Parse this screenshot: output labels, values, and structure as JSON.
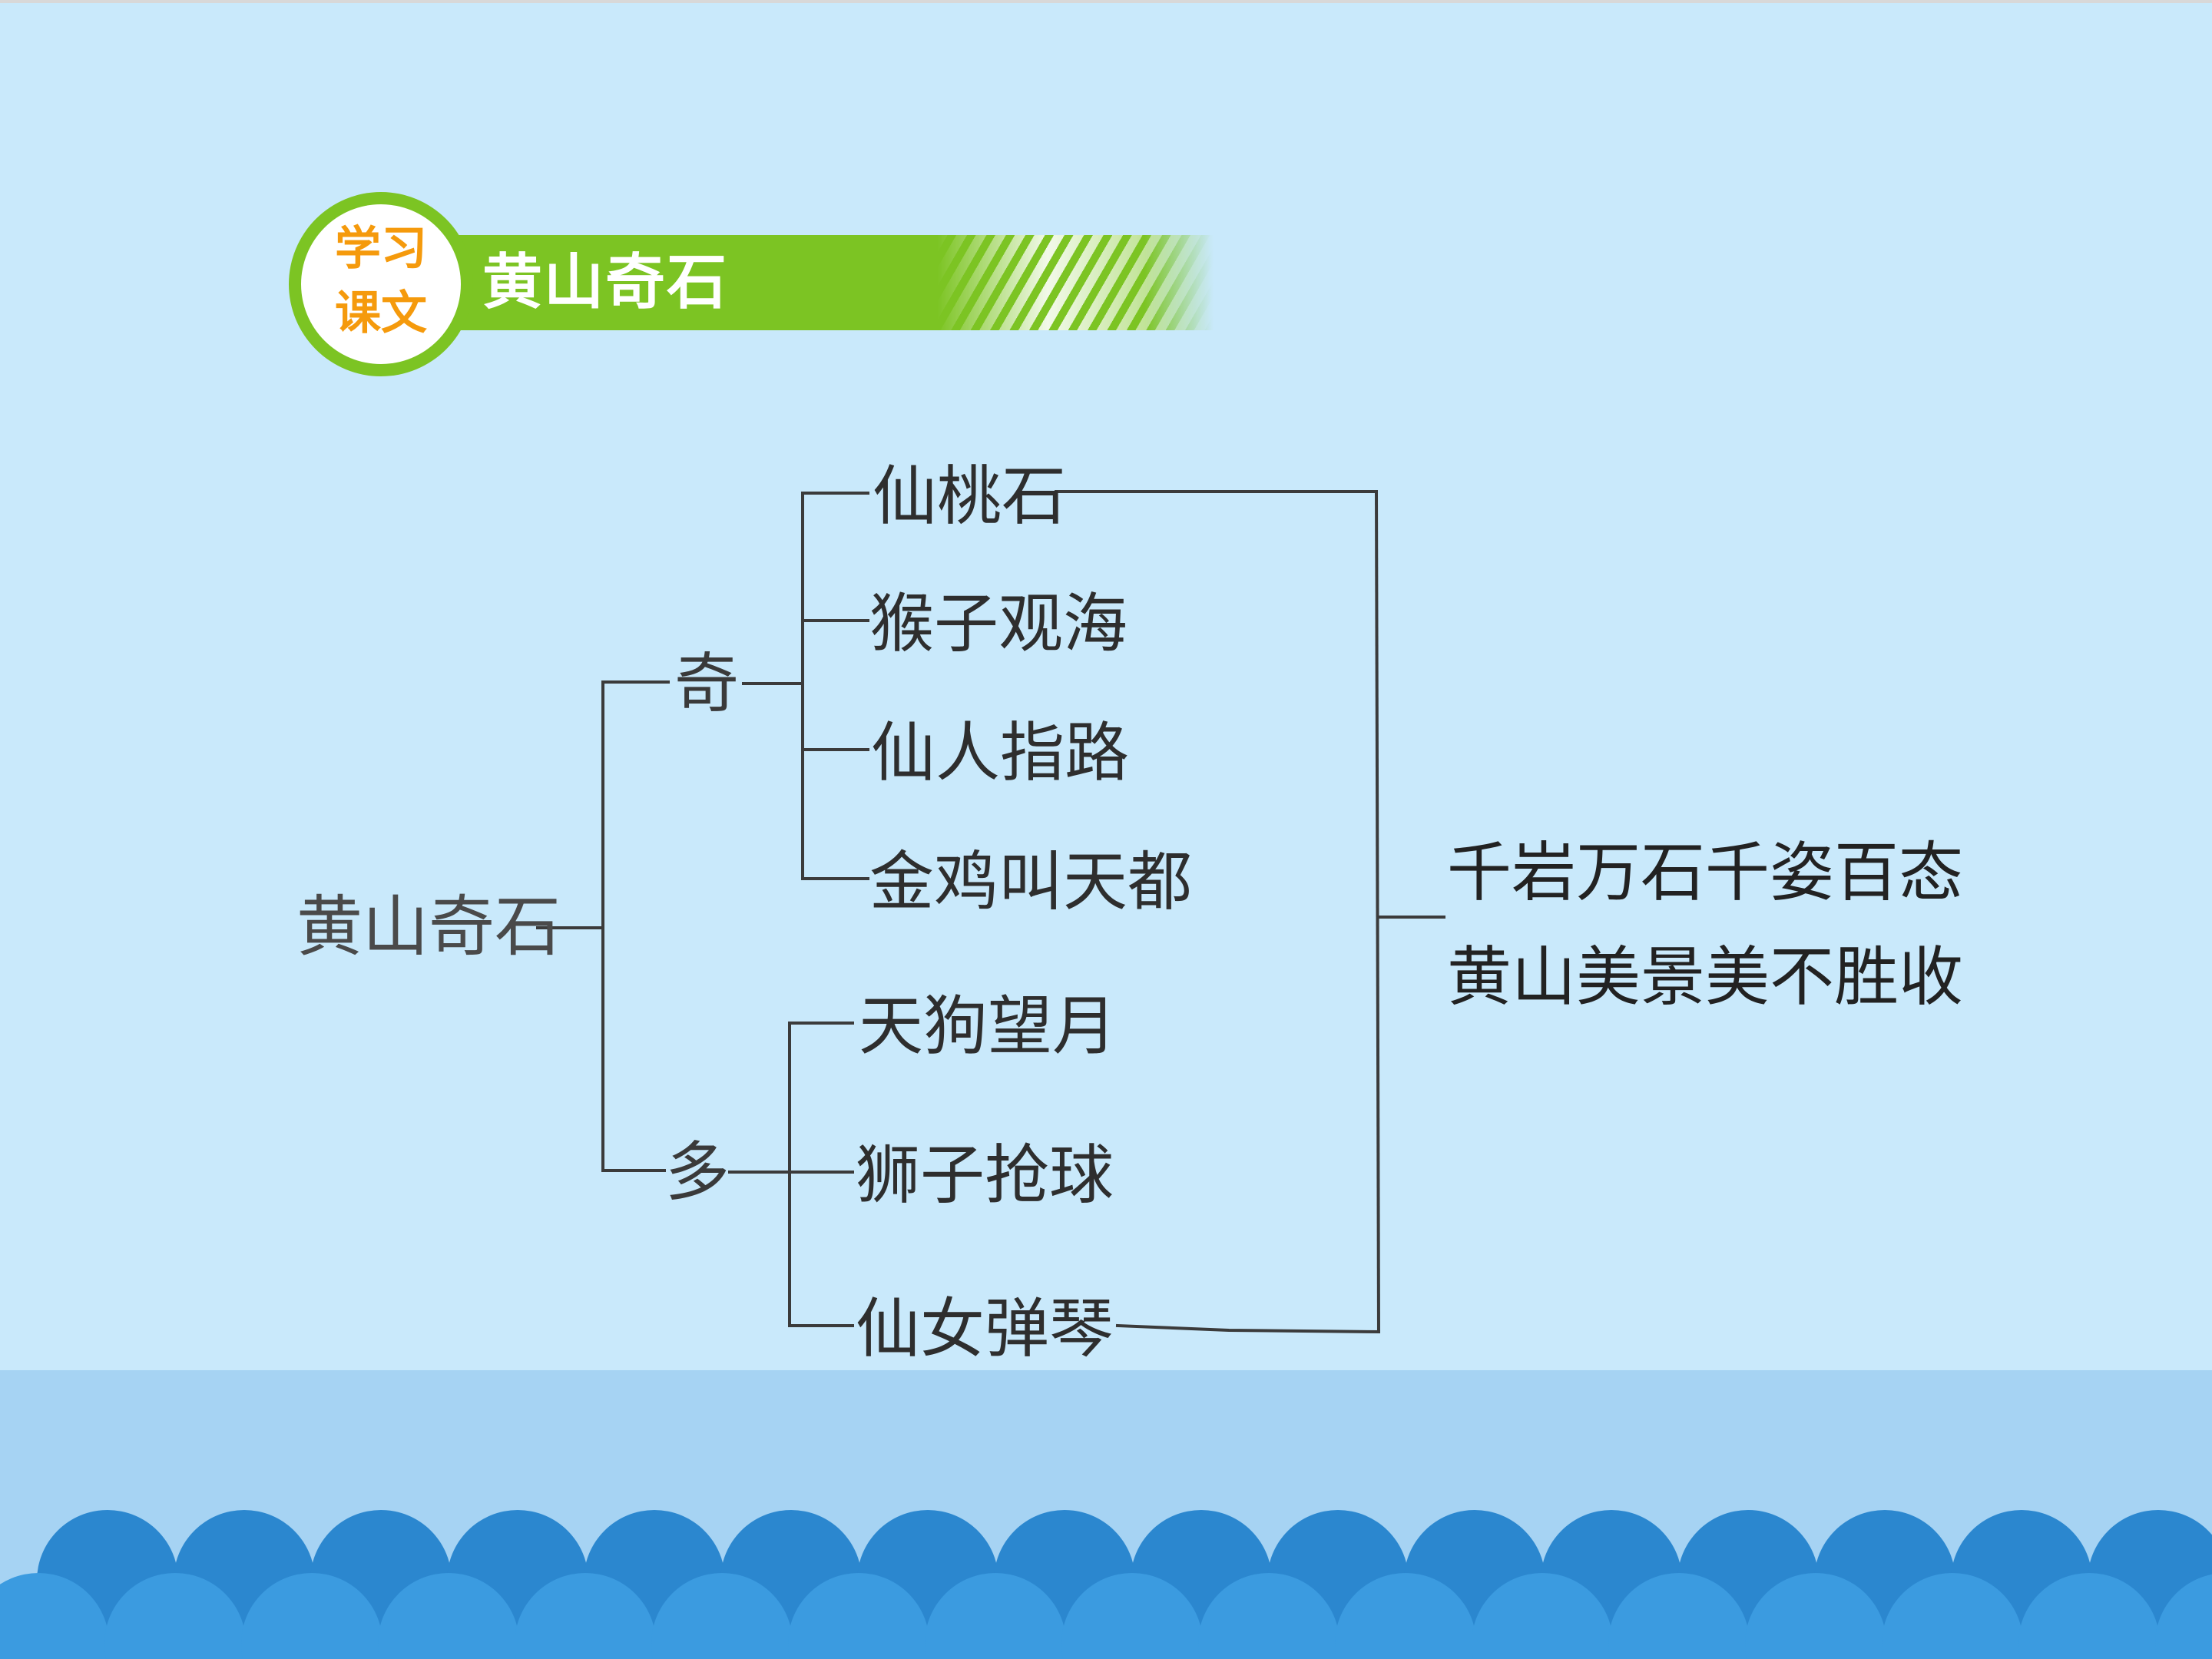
{
  "header": {
    "badge_line1": "学习",
    "badge_line2": "课文",
    "title": "黄山奇石"
  },
  "diagram": {
    "root": "黄山奇石",
    "branches": [
      {
        "label": "奇",
        "leaves": [
          "仙桃石",
          "猴子观海",
          "仙人指路",
          "金鸡叫天都"
        ]
      },
      {
        "label": "多",
        "leaves": [
          "天狗望月",
          "狮子抢球",
          "仙女弹琴"
        ]
      }
    ],
    "summary": [
      "千岩万石千姿百态",
      "黄山美景美不胜收"
    ]
  },
  "colors": {
    "background": "#c9e9fb",
    "accent_green": "#7cc423",
    "badge_text": "#f59a0c",
    "sea_light": "#a6d3f3",
    "sea_dark": "#2b87cf"
  }
}
